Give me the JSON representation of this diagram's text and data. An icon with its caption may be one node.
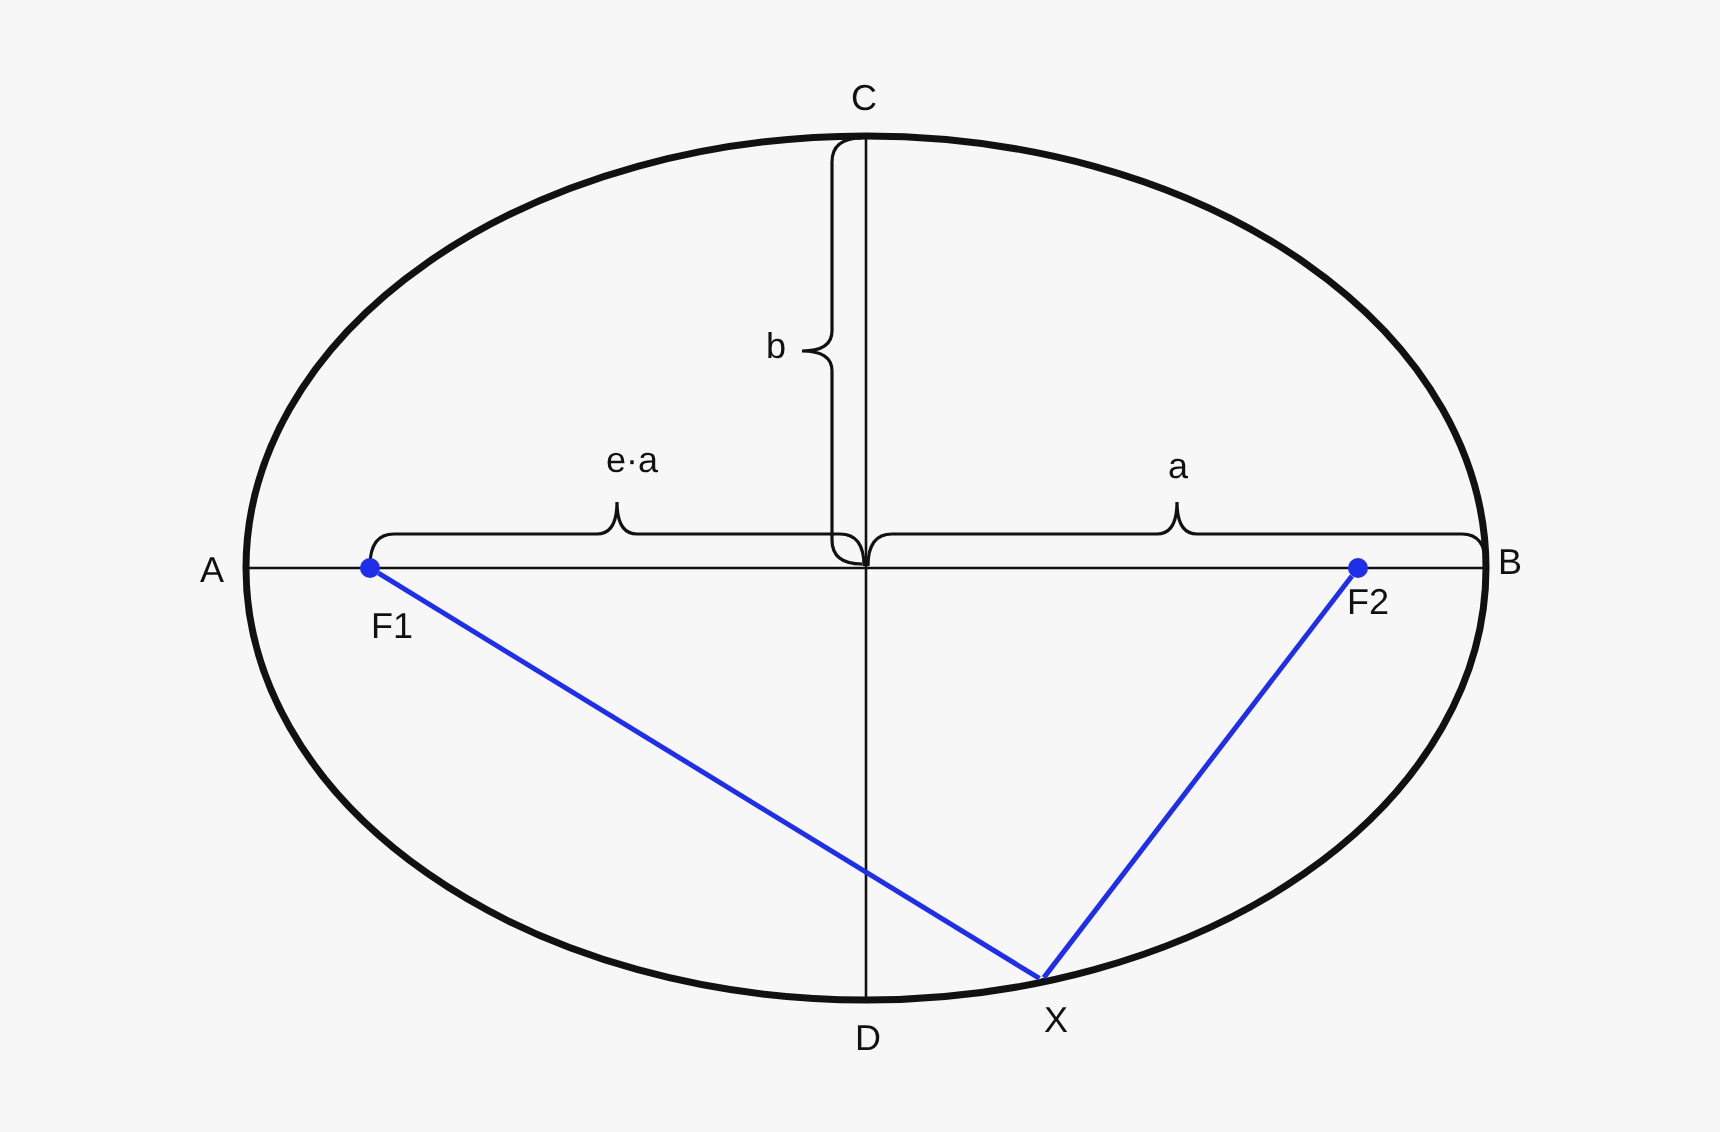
{
  "diagram": {
    "nodes": [
      {
        "text": [],
        "shape": "circle",
        "beside": [
          "F1"
        ]
      },
      {
        "text": [],
        "shape": "circle",
        "beside": [
          "F2"
        ]
      },
      {
        "text": [],
        "shape": "point",
        "beside": [
          "X"
        ]
      }
    ],
    "edges": [
      {
        "from": 0,
        "to": 2,
        "arrow": "none",
        "color": "#1f2ee8"
      },
      {
        "from": 1,
        "to": 2,
        "arrow": "none",
        "color": "#1f2ee8"
      }
    ],
    "labels": [
      "C",
      "b",
      "e·a",
      "a",
      "A",
      "B",
      "D"
    ]
  }
}
